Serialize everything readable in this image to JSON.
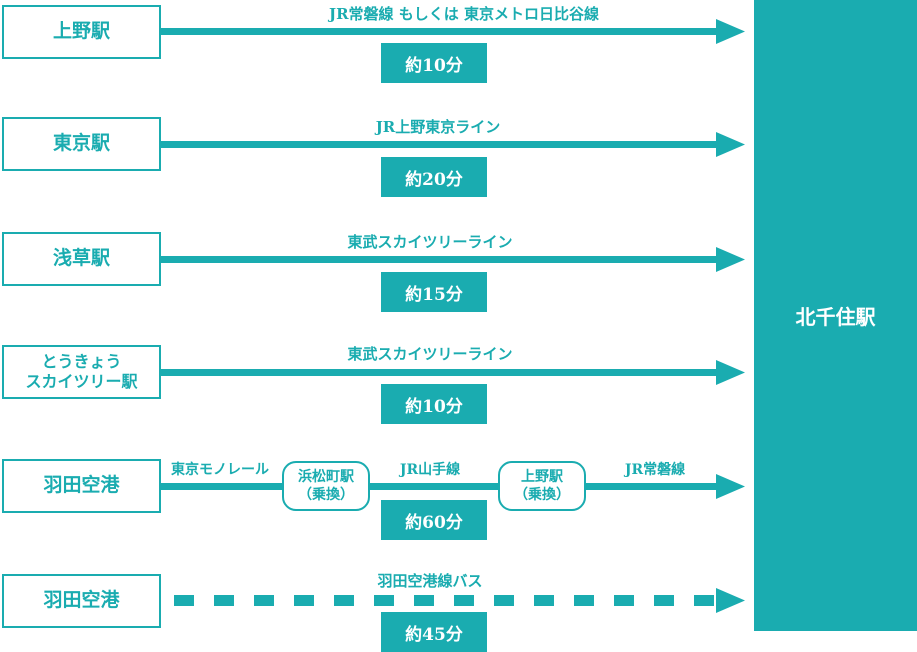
{
  "destination": {
    "label": "北千住駅"
  },
  "routes": [
    {
      "origin": "上野駅",
      "line": "JR常磐線 もしくは 東京メトロ日比谷線",
      "time": "約10分"
    },
    {
      "origin": "東京駅",
      "line": "JR上野東京ライン",
      "time": "約20分"
    },
    {
      "origin": "浅草駅",
      "line": "東武スカイツリーライン",
      "time": "約15分"
    },
    {
      "origin_line1": "とうきょう",
      "origin_line2": "スカイツリー駅",
      "line": "東武スカイツリーライン",
      "time": "約10分"
    },
    {
      "origin": "羽田空港",
      "segments": [
        "東京モノレール",
        "JR山手線",
        "JR常磐線"
      ],
      "transfers": [
        {
          "name": "浜松町駅",
          "note": "（乗換）"
        },
        {
          "name": "上野駅",
          "note": "（乗換）"
        }
      ],
      "time": "約60分"
    },
    {
      "origin": "羽田空港",
      "line": "羽田空港線バス",
      "time": "約45分",
      "style": "dashed"
    }
  ],
  "colors": {
    "accent": "#1aacb0",
    "text_on_accent": "#ffffff",
    "background": "#ffffff"
  }
}
